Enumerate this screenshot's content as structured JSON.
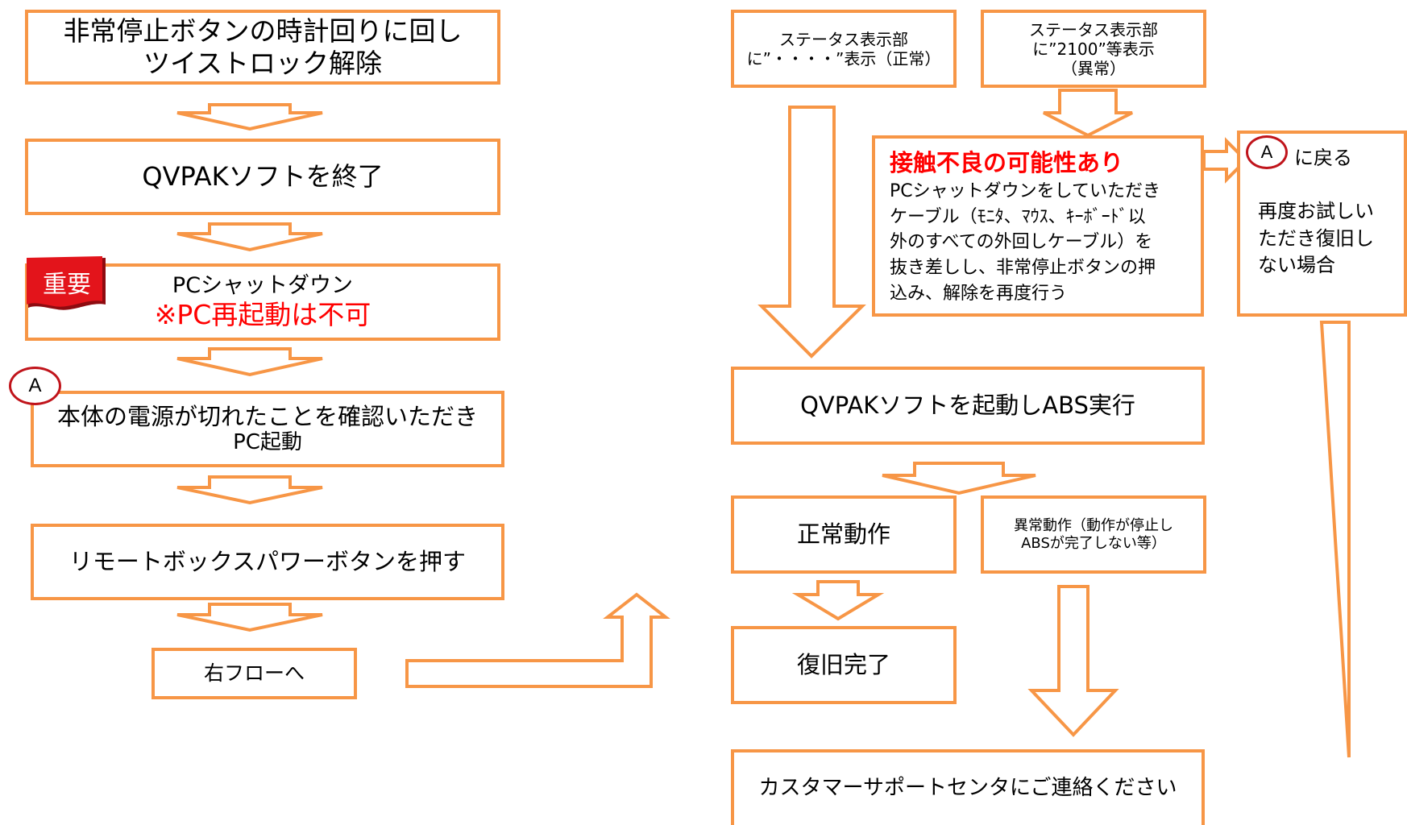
{
  "colors": {
    "border": "#F79646",
    "highlight_text": "#FF0000",
    "badge_fill": "#E3141B",
    "marker_border": "#C0141B"
  },
  "left_flow": {
    "step1": {
      "line1": "非常停止ボタンの時計回りに回し",
      "line2": "ツイストロック解除"
    },
    "step2": {
      "label": "QVPAKソフトを終了"
    },
    "step3": {
      "badge": "重要",
      "line1": "PCシャットダウン",
      "warning": "※PC再起動は不可"
    },
    "step4": {
      "marker": "A",
      "line1": "本体の電源が切れたことを確認いただき",
      "line2": "PC起動"
    },
    "step5": {
      "label": "リモートボックスパワーボタンを押す"
    },
    "step6": {
      "label": "右フローへ"
    }
  },
  "right_flow": {
    "status_normal": {
      "line1": "ステータス表示部",
      "line2": "に”・・・・”表示（正常）"
    },
    "status_error": {
      "line1": "ステータス表示部",
      "line2": "に”2100”等表示",
      "line3": "（異常）"
    },
    "contact_issue": {
      "title": "接触不良の可能性あり",
      "lines": [
        "PCシャットダウンをしていただき",
        "ケーブル（ﾓﾆﾀ、ﾏｳｽ、ｷｰﾎﾞｰﾄﾞ以",
        "外のすべての外回しケーブル）を",
        "抜き差しし、非常停止ボタンの押",
        "込み、解除を再度行う"
      ]
    },
    "return_a": {
      "marker": "A",
      "label": "に戻る",
      "lines": [
        "再度お試しい",
        "ただき復旧し",
        "ない場合"
      ]
    },
    "launch": {
      "label": "QVPAKソフトを起動しABS実行"
    },
    "normal_op": {
      "label": "正常動作"
    },
    "abnormal_op": {
      "line1": "異常動作（動作が停止し",
      "line2": "ABSが完了しない等）"
    },
    "recovered": {
      "label": "復旧完了"
    },
    "contact_support": {
      "label": "カスタマーサポートセンタにご連絡ください"
    }
  }
}
